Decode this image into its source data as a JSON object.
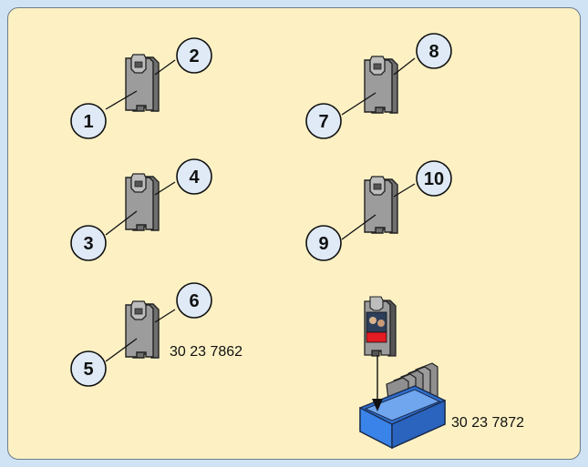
{
  "callouts": [
    "1",
    "2",
    "3",
    "4",
    "5",
    "6",
    "7",
    "8",
    "9",
    "10"
  ],
  "part_numbers": {
    "tile_set": "30 23 7862",
    "tile_box": "30 23 7872"
  }
}
